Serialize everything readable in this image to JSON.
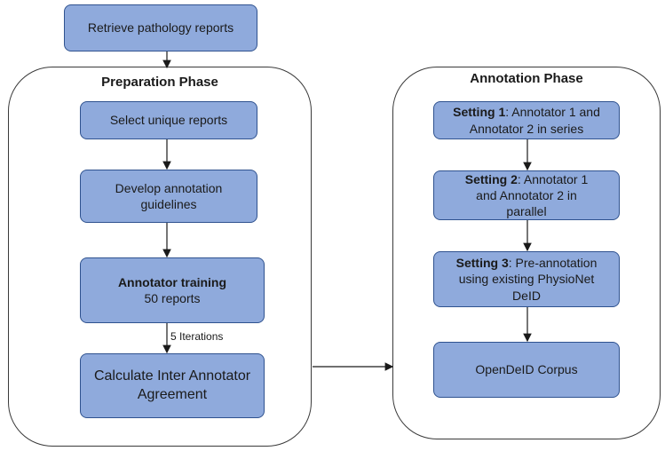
{
  "top_box": {
    "text": "Retrieve pathology reports"
  },
  "preparation": {
    "title": "Preparation Phase",
    "steps": {
      "select": "Select unique reports",
      "develop_line1": "Develop annotation",
      "develop_line2": "guidelines",
      "training_bold": "Annotator training",
      "training_sub": "50 reports",
      "calc_line1": "Calculate Inter Annotator",
      "calc_line2": "Agreement"
    },
    "iterations_label": "5 Iterations"
  },
  "annotation": {
    "title": "Annotation Phase",
    "settings": {
      "s1_bold": "Setting 1",
      "s1_rest": ": Annotator 1 and",
      "s1_line2": "Annotator 2 in series",
      "s2_bold": "Setting 2",
      "s2_rest": ": Annotator 1",
      "s2_line2": "and Annotator 2 in",
      "s2_line3": "parallel",
      "s3_bold": "Setting 3",
      "s3_rest": ": Pre-annotation",
      "s3_line2": "using existing PhysioNet",
      "s3_line3": "DeID",
      "corpus": "OpenDeID Corpus"
    }
  }
}
